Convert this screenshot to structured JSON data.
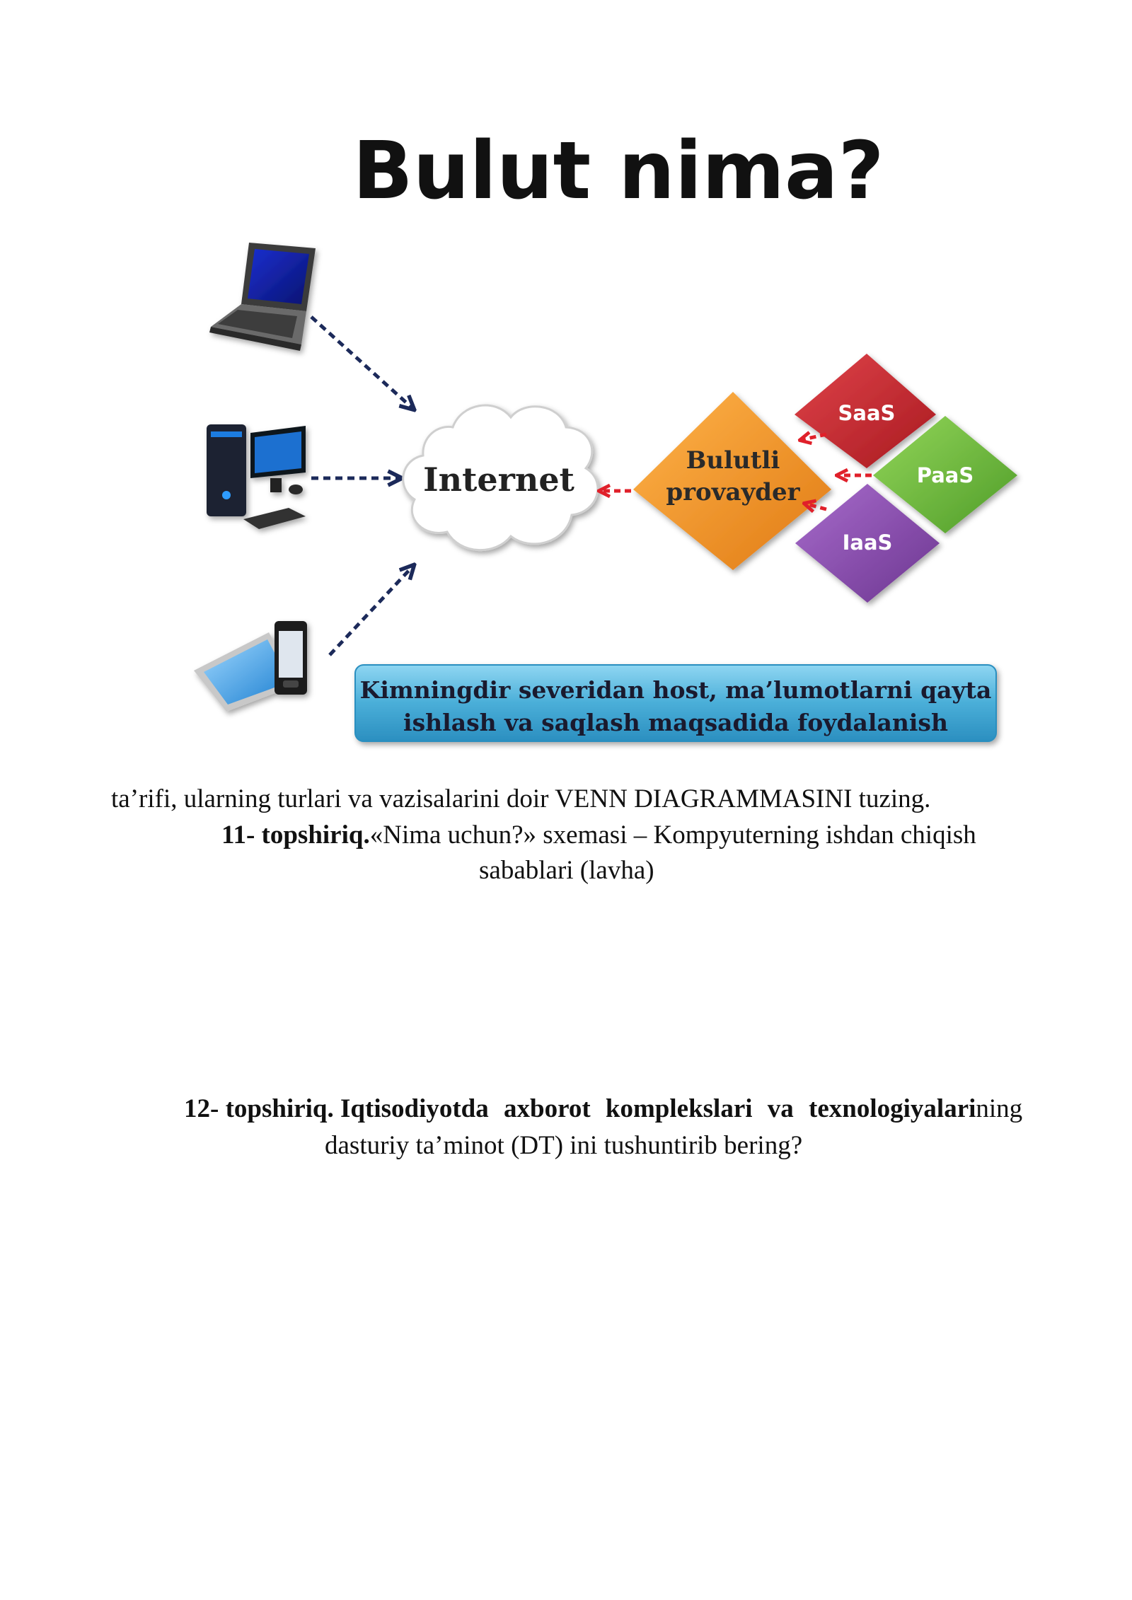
{
  "figure": {
    "title": "Bulut nima?",
    "internet_label": "Internet",
    "provider_label_line1": "Bulutli",
    "provider_label_line2": "provayder",
    "services": [
      {
        "label": "SaaS",
        "color": "#c8242b"
      },
      {
        "label": "PaaS",
        "color": "#6fbf3b"
      },
      {
        "label": "IaaS",
        "color": "#8b4ab0"
      }
    ],
    "provider_color": "#f0962a",
    "banner_line1": "Kimningdir severidan host, ma’lumotlarni qayta",
    "banner_line2": "ishlash va saqlash maqsadida foydalanish",
    "banner_color": "#4aaed8"
  },
  "text": {
    "venn_line": "ta’rifi, ularning turlari va vazisalarini doir VENN DIAGRAMMASINI tuzing.",
    "task11_label": "11- topshiriq.",
    "task11_text": "«Nima uchun?» sxemasi – Kompyuterning ishdan chiqish",
    "task11_line2": "sabablari (lavha)",
    "task12_label": "12- topshiriq.",
    "task12_bold": "Iqtisodiyotda axborot komplekslari va texnologiyalari",
    "task12_tail": "ning",
    "task12_line2": "dasturiy ta’minot (DT) ini tushuntirib bering?"
  }
}
